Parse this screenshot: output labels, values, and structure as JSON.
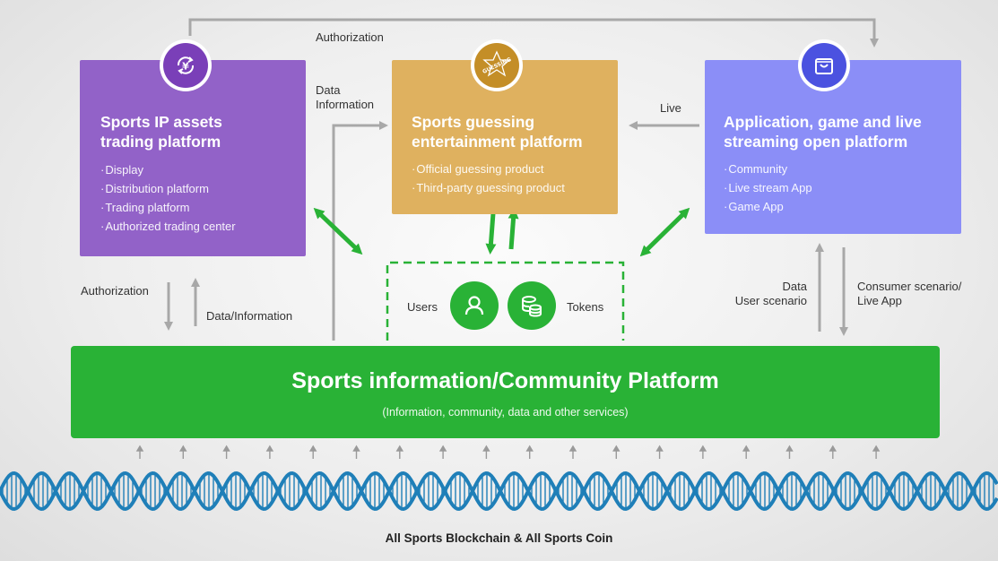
{
  "top_link": {
    "label": "Authorization"
  },
  "ip_box": {
    "title_line1": "Sports IP assets",
    "title_line2": "trading platform",
    "items": [
      "Display",
      "Distribution platform",
      "Trading platform",
      "Authorized trading center"
    ],
    "icon": "yen-exchange-icon",
    "color": "#9262c8"
  },
  "guess_box": {
    "title_line1": "Sports guessing",
    "title_line2": "entertainment platform",
    "items": [
      "Official guessing product",
      "Third-party guessing product"
    ],
    "icon": "guessing-badge-icon",
    "icon_text": "GUESSING",
    "color": "#dfb15f"
  },
  "app_box": {
    "title_line1": "Application, game and live",
    "title_line2": "streaming open platform",
    "items": [
      "Community",
      "Live stream App",
      "Game App"
    ],
    "icon": "shopping-bag-icon",
    "color": "#8b8ef7"
  },
  "labels": {
    "data_information_line1": "Data",
    "data_information_line2": "Information",
    "live": "Live",
    "authorization_left": "Authorization",
    "data_info_left": "Data/Information",
    "data_right_line1": "Data",
    "data_right_line2": "User scenario",
    "consumer_line1": "Consumer scenario/",
    "consumer_line2": "Live App"
  },
  "center": {
    "users": "Users",
    "tokens": "Tokens",
    "users_icon": "user-icon",
    "tokens_icon": "token-stack-icon"
  },
  "platform": {
    "title": "Sports information/Community Platform",
    "subtitle": "(Information, community, data and other services)",
    "color": "#29b236"
  },
  "footer": {
    "label": "All Sports Blockchain & All Sports Coin"
  },
  "colors": {
    "arrow_gray": "#a8a8a8",
    "arrow_green": "#29b236",
    "dna": "#1f7fb8"
  }
}
